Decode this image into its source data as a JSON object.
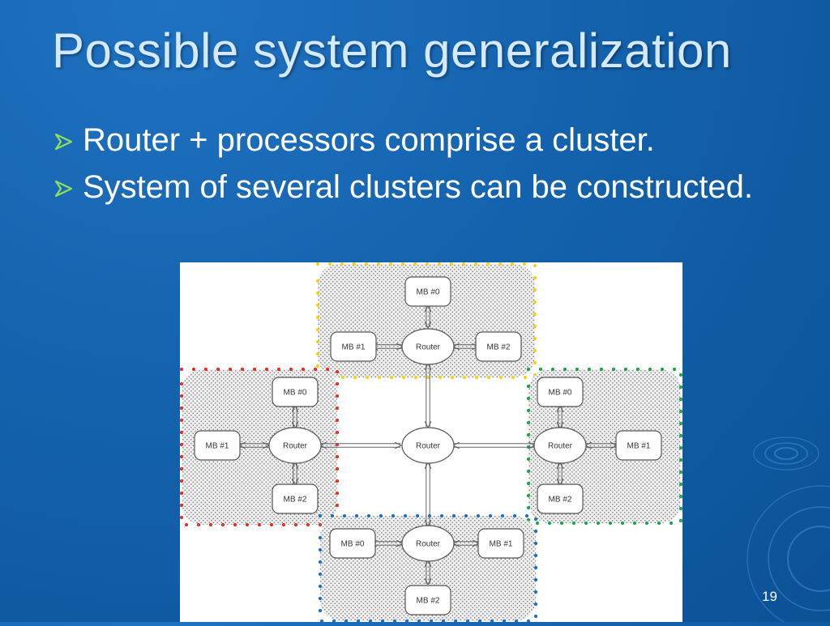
{
  "slide": {
    "title": "Possible system generalization",
    "bullets": [
      "Router + processors comprise a cluster.",
      "System of several clusters can be constructed."
    ],
    "page_number": "19"
  },
  "diagram": {
    "center_router": "Router",
    "clusters": {
      "top": {
        "router": "Router",
        "mb0": "MB #0",
        "mb1": "MB #1",
        "mb2": "MB #2",
        "dot_color": "#f4d11a"
      },
      "left": {
        "router": "Router",
        "mb0": "MB #0",
        "mb1": "MB #1",
        "mb2": "MB #2",
        "dot_color": "#e0302a"
      },
      "right": {
        "router": "Router",
        "mb0": "MB #0",
        "mb1": "MB #1",
        "mb2": "MB #2",
        "dot_color": "#1aa54a"
      },
      "bottom": {
        "router": "Router",
        "mb0": "MB #0",
        "mb1": "MB #1",
        "mb2": "MB #2",
        "dot_color": "#1c6fc4"
      }
    }
  },
  "colors": {
    "background": "#1462ad",
    "title": "#d4e9fb",
    "bullet_arrow": "#7fd34a"
  }
}
